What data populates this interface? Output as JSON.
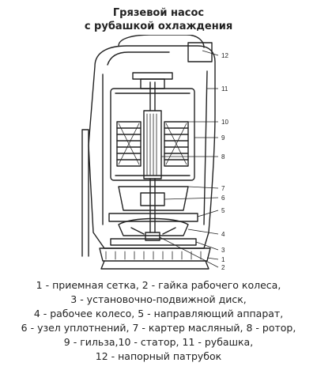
{
  "title": {
    "line1": "Грязевой насос",
    "line2": "с рубашкой охлаждения"
  },
  "callouts": [
    "1",
    "2",
    "3",
    "4",
    "5",
    "6",
    "7",
    "8",
    "9",
    "10",
    "11",
    "12"
  ],
  "legend": [
    "1 - приемная сетка, 2 - гайка рабочего колеса,",
    "3 - установочно-подвижной диск,",
    "4 - рабочее колесо, 5 - направляющий аппарат,",
    "6 - узел уплотнений, 7 - картер масляный, 8 - ротор,",
    "9 - гильза,10 - статор, 11 - рубашка,",
    "12 - напорный патрубок"
  ],
  "colors": {
    "ink": "#222222",
    "background": "#ffffff"
  }
}
